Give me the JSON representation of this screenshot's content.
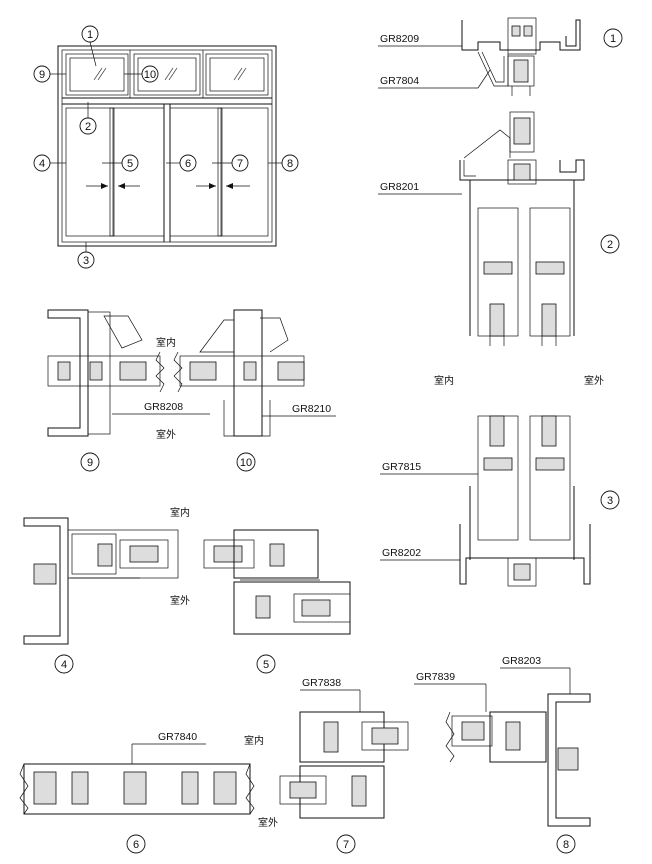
{
  "elevation": {
    "callouts": [
      "1",
      "2",
      "3",
      "4",
      "5",
      "6",
      "7",
      "8",
      "9",
      "10"
    ]
  },
  "profiles": {
    "GR8209": "GR8209",
    "GR7804": "GR7804",
    "GR8201": "GR8201",
    "GR8208": "GR8208",
    "GR8210": "GR8210",
    "GR7815": "GR7815",
    "GR8202": "GR8202",
    "GR7838": "GR7838",
    "GR7839": "GR7839",
    "GR8203": "GR8203",
    "GR7840": "GR7840"
  },
  "side_labels": {
    "indoor": "室内",
    "outdoor": "室外"
  },
  "section_numbers": [
    "1",
    "2",
    "3",
    "4",
    "5",
    "6",
    "7",
    "8",
    "9",
    "10"
  ]
}
